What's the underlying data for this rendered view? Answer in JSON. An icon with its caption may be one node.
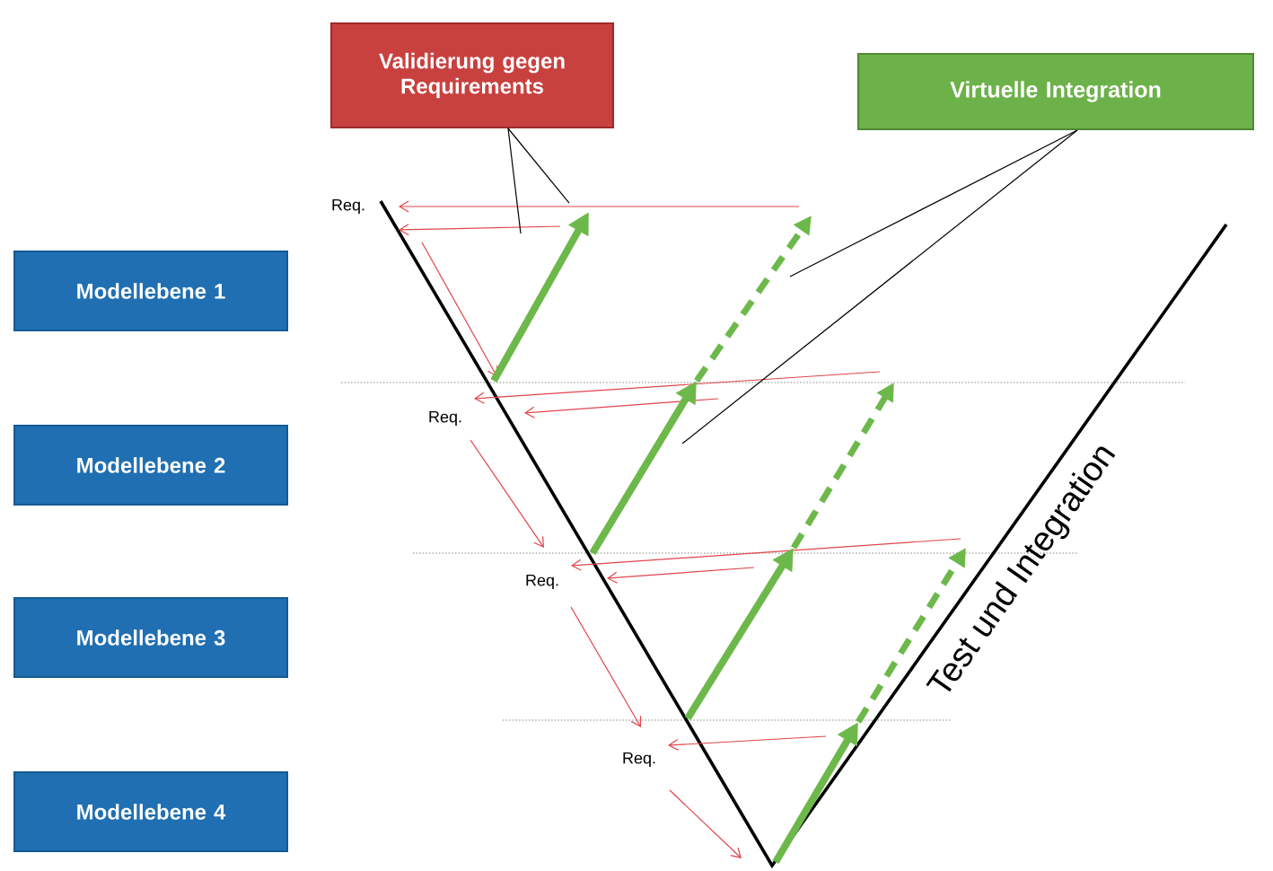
{
  "diagram": {
    "nodes": [
      {
        "text": [
          "Validierung gegen Requirements"
        ]
      },
      {
        "text": [
          "Virtuelle Integration"
        ]
      },
      {
        "text": [
          "Modellebene 1"
        ]
      },
      {
        "text": [
          "Modellebene 2"
        ]
      },
      {
        "text": [
          "Modellebene 3"
        ]
      },
      {
        "text": [
          "Modellebene 4"
        ]
      }
    ],
    "edges": [
      {
        "from": 0,
        "to": null,
        "arrow": "none"
      },
      {
        "from": 0,
        "to": null,
        "arrow": "none"
      },
      {
        "from": 1,
        "to": null,
        "arrow": "none"
      },
      {
        "from": 1,
        "to": null,
        "arrow": "none"
      }
    ],
    "labels": [
      "Req.",
      "Req.",
      "Req.",
      "Req.",
      "Test und Integration"
    ]
  }
}
